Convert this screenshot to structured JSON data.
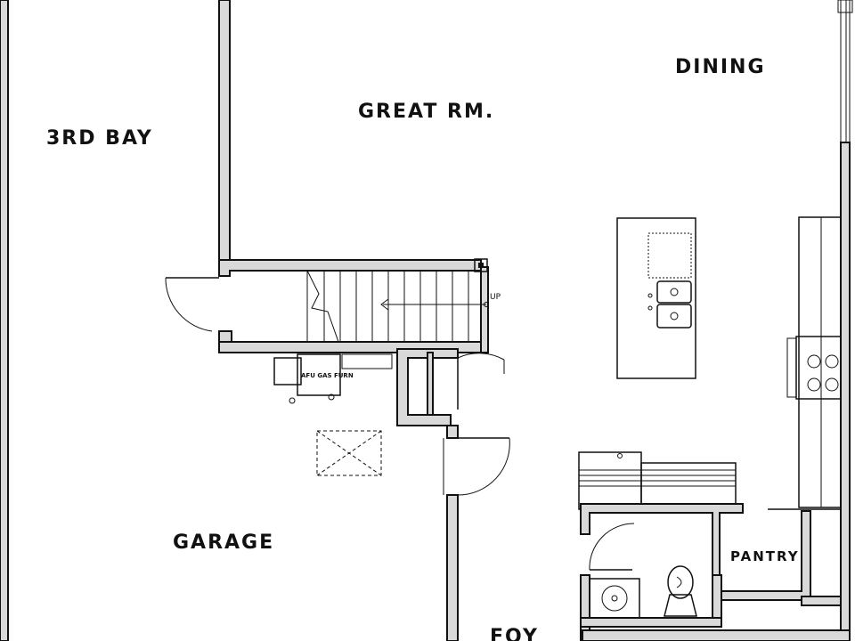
{
  "rooms": {
    "third_bay": "3RD BAY",
    "great_room": "GREAT RM.",
    "dining": "DINING",
    "garage": "GARAGE",
    "pantry": "PANTRY",
    "foyer": "FOY"
  },
  "stair": {
    "direction": "UP"
  },
  "equipment": {
    "water_heater_furnace": "AFU GAS FURN"
  }
}
